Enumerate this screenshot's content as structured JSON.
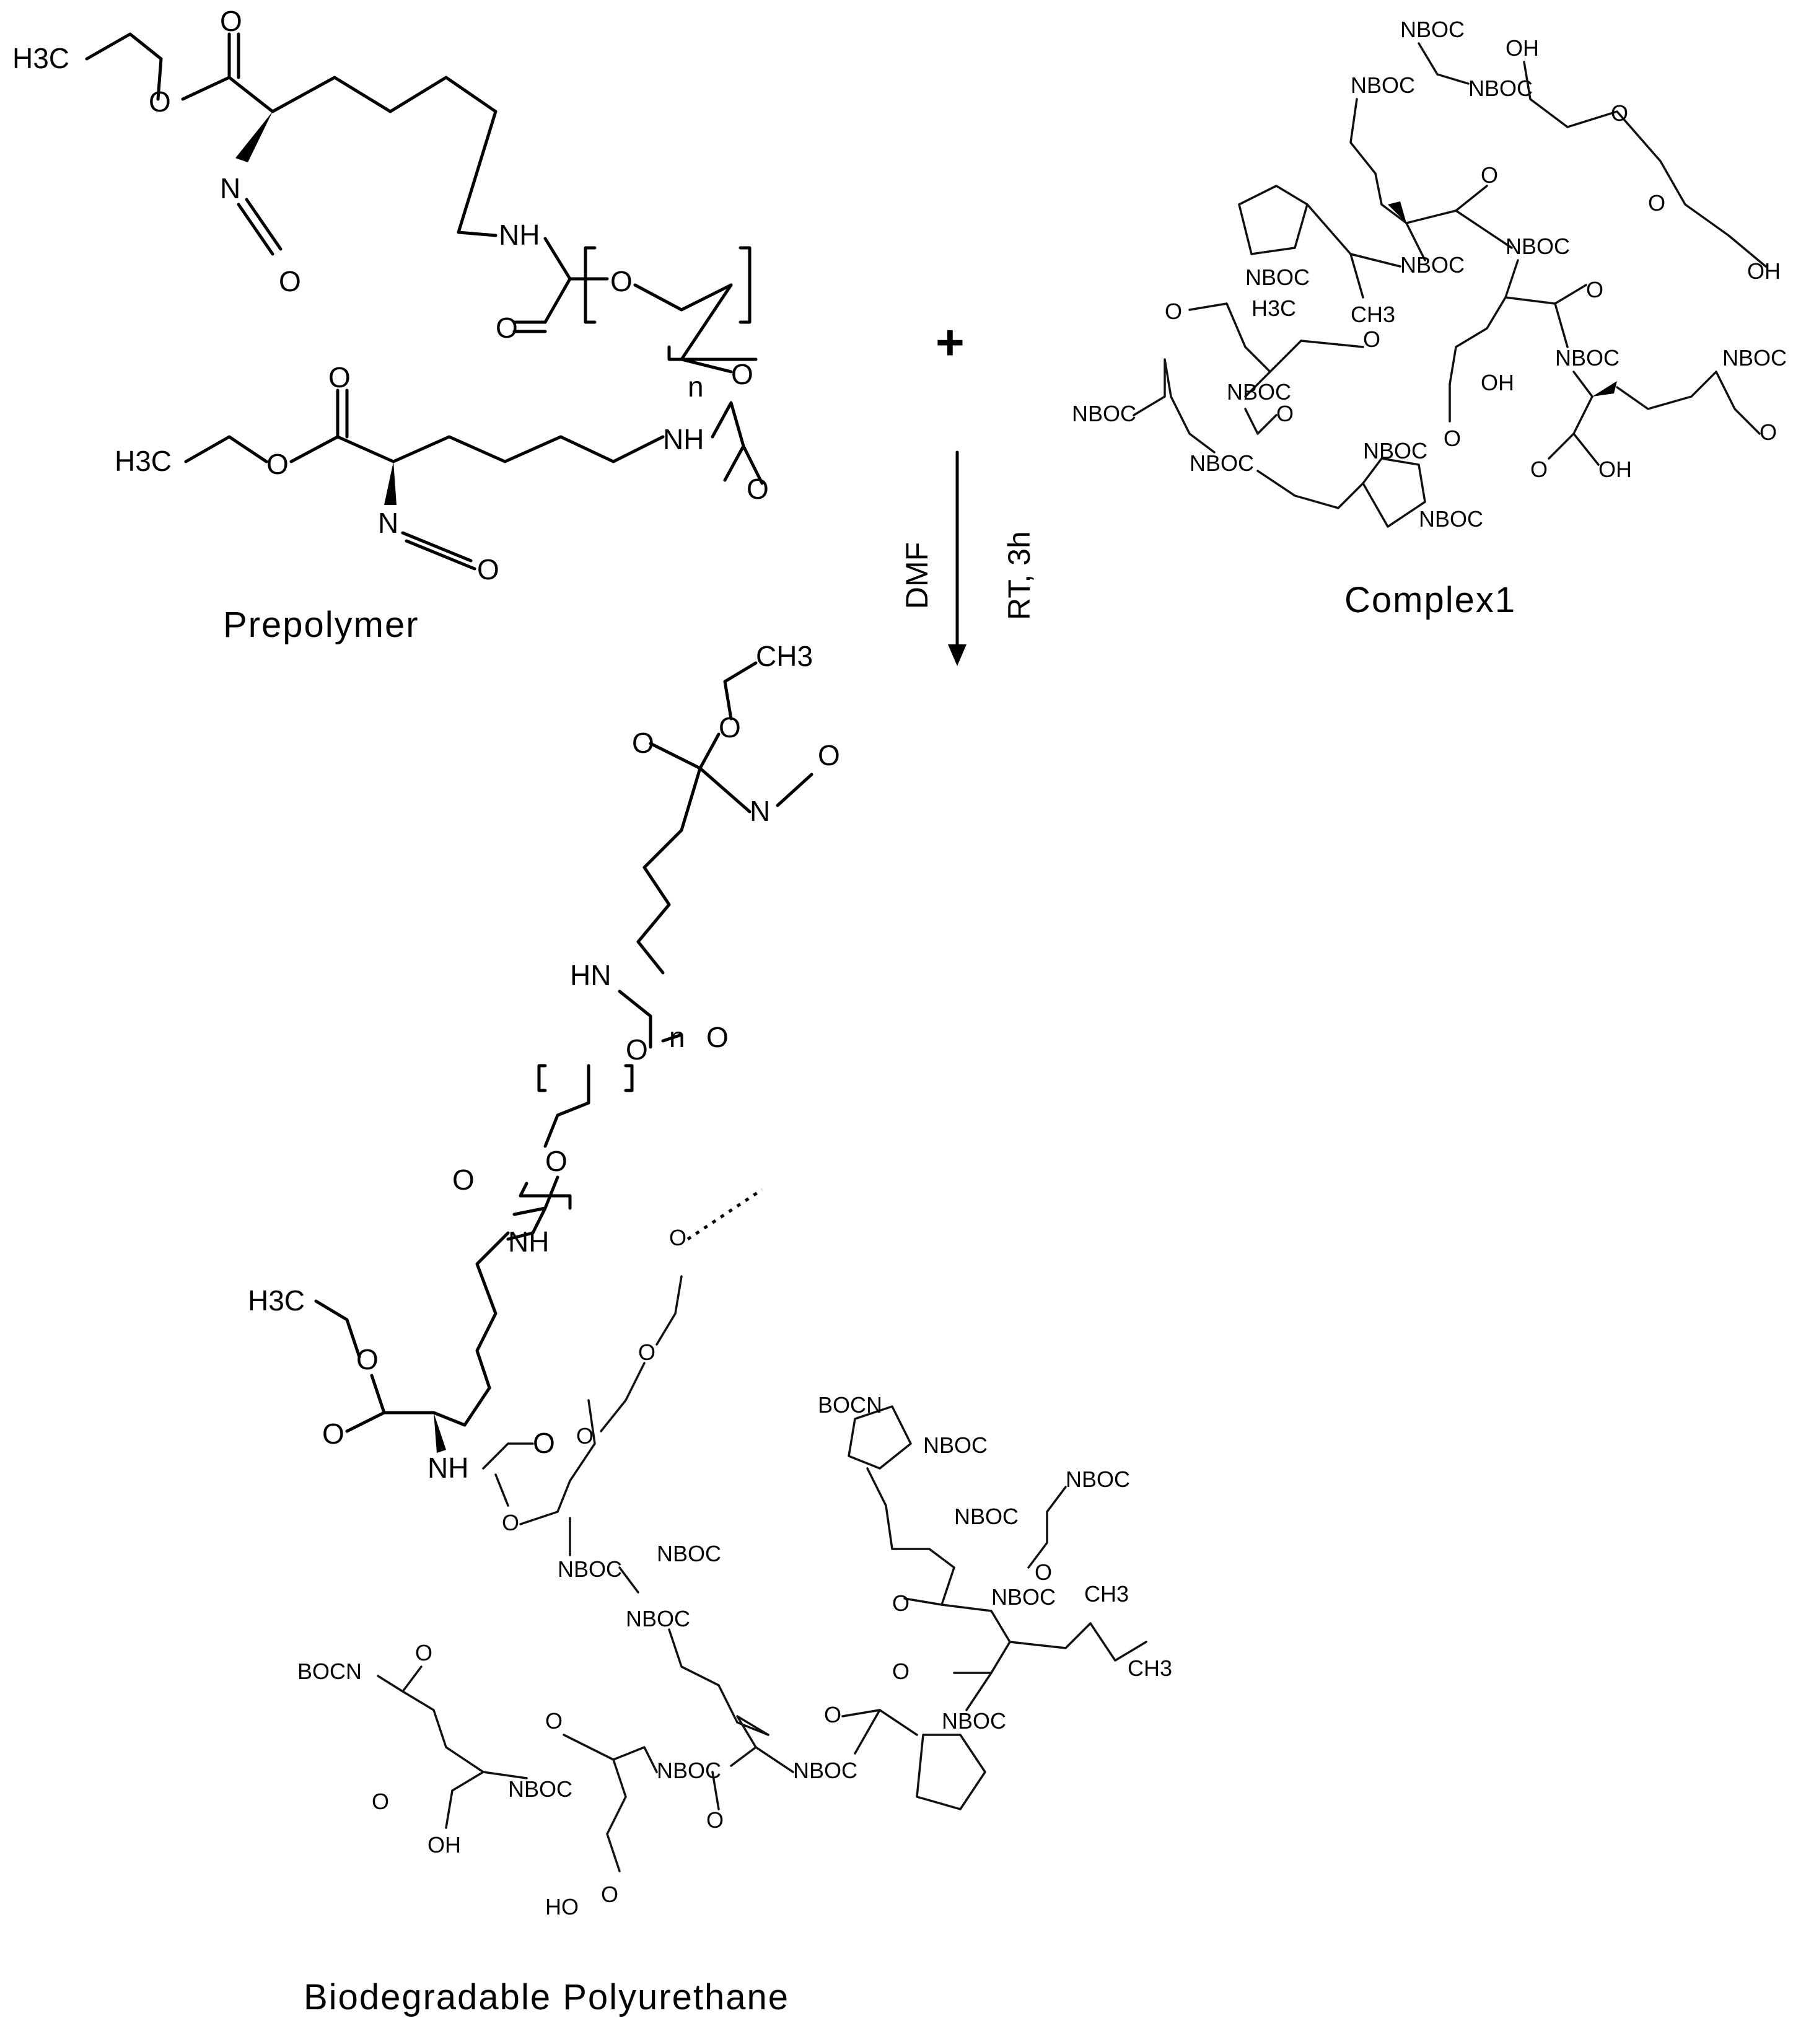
{
  "captions": {
    "prepolymer": "Prepolymer",
    "complex": "Complex1",
    "product": "Biodegradable Polyurethane"
  },
  "reaction": {
    "plus": "+",
    "solvent": "DMF",
    "conditions": "RT, 3h"
  },
  "atoms": {
    "ch3": "H3C",
    "ch3_right": "CH3",
    "nh": "NH",
    "hn": "HN",
    "o": "O",
    "n": "N",
    "oh": "OH",
    "ho": "HO",
    "repeat_n": "n",
    "nboc": "NBOC",
    "bocn": "BOCN"
  }
}
